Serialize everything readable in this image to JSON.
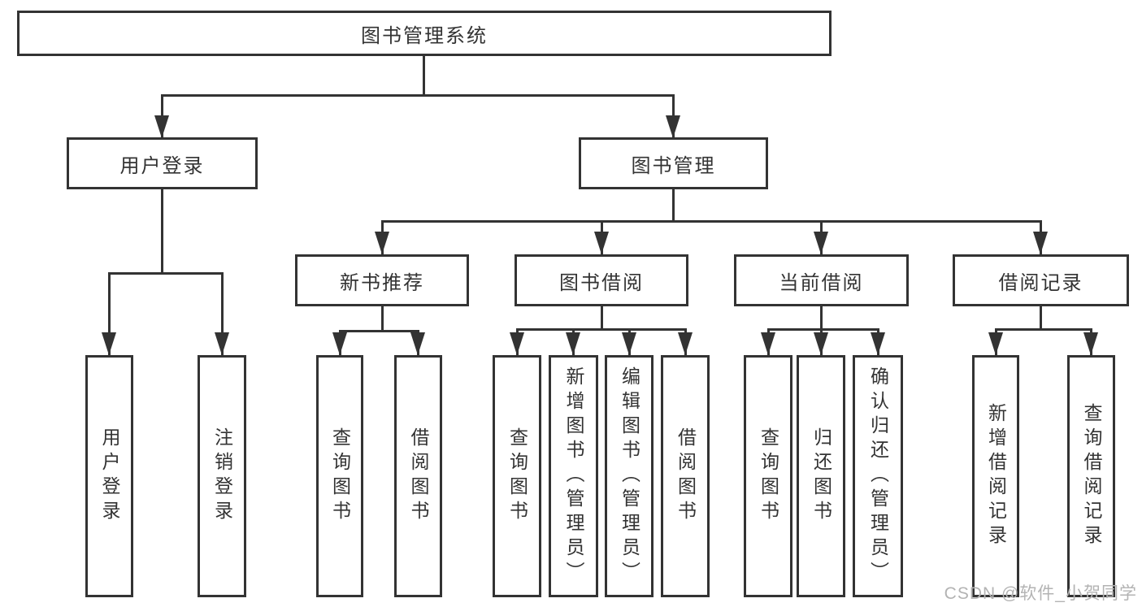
{
  "tree": {
    "root": {
      "label": "图书管理系统"
    },
    "user_login": {
      "label": "用户登录",
      "children": [
        {
          "label": "用户登录"
        },
        {
          "label": "注销登录"
        }
      ]
    },
    "book_mgmt": {
      "label": "图书管理",
      "children": [
        {
          "label": "新书推荐",
          "children": [
            {
              "label": "查询图书"
            },
            {
              "label": "借阅图书"
            }
          ]
        },
        {
          "label": "图书借阅",
          "children": [
            {
              "label": "查询图书"
            },
            {
              "label": "新增图书（管理员）"
            },
            {
              "label": "编辑图书（管理员）"
            },
            {
              "label": "借阅图书"
            }
          ]
        },
        {
          "label": "当前借阅",
          "children": [
            {
              "label": "查询图书"
            },
            {
              "label": "归还图书"
            },
            {
              "label": "确认归还（管理员）"
            }
          ]
        },
        {
          "label": "借阅记录",
          "children": [
            {
              "label": "新增借阅记录"
            },
            {
              "label": "查询借阅记录"
            }
          ]
        }
      ]
    }
  },
  "watermark": {
    "text": "CSDN @软件_小贺同学"
  },
  "colors": {
    "line": "#333333",
    "box_border": "#333333",
    "text": "#333333",
    "watermark": "#b3b3b3",
    "background": "#ffffff"
  }
}
